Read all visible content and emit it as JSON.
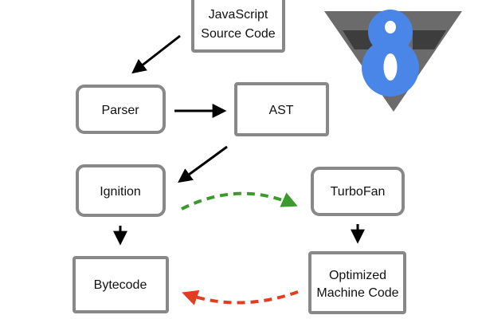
{
  "diagram": {
    "nodes": {
      "js_source": {
        "lines": [
          "JavaScript",
          "Source Code"
        ]
      },
      "parser": {
        "label": "Parser"
      },
      "ast": {
        "label": "AST"
      },
      "ignition": {
        "label": "Ignition"
      },
      "turbofan": {
        "label": "TurboFan"
      },
      "bytecode": {
        "label": "Bytecode"
      },
      "optimized": {
        "lines": [
          "Optimized",
          "Machine Code"
        ]
      }
    },
    "edges": [
      {
        "from": "js_source",
        "to": "parser",
        "style": "solid",
        "color": "#000000"
      },
      {
        "from": "parser",
        "to": "ast",
        "style": "solid",
        "color": "#000000"
      },
      {
        "from": "ast",
        "to": "ignition",
        "style": "solid",
        "color": "#000000"
      },
      {
        "from": "ignition",
        "to": "bytecode",
        "style": "solid",
        "color": "#000000"
      },
      {
        "from": "turbofan",
        "to": "optimized",
        "style": "solid",
        "color": "#000000"
      },
      {
        "from": "ignition",
        "to": "turbofan",
        "style": "dashed",
        "color": "#3a9a2a"
      },
      {
        "from": "optimized",
        "to": "bytecode",
        "style": "dashed",
        "color": "#e23d20"
      }
    ],
    "colors": {
      "node_border": "#888888",
      "logo_blue": "#4a86e8",
      "logo_gray": "#6b6b6b",
      "logo_dark": "#3d3d3d"
    },
    "logo": {
      "icon": "v8-logo-icon"
    }
  }
}
